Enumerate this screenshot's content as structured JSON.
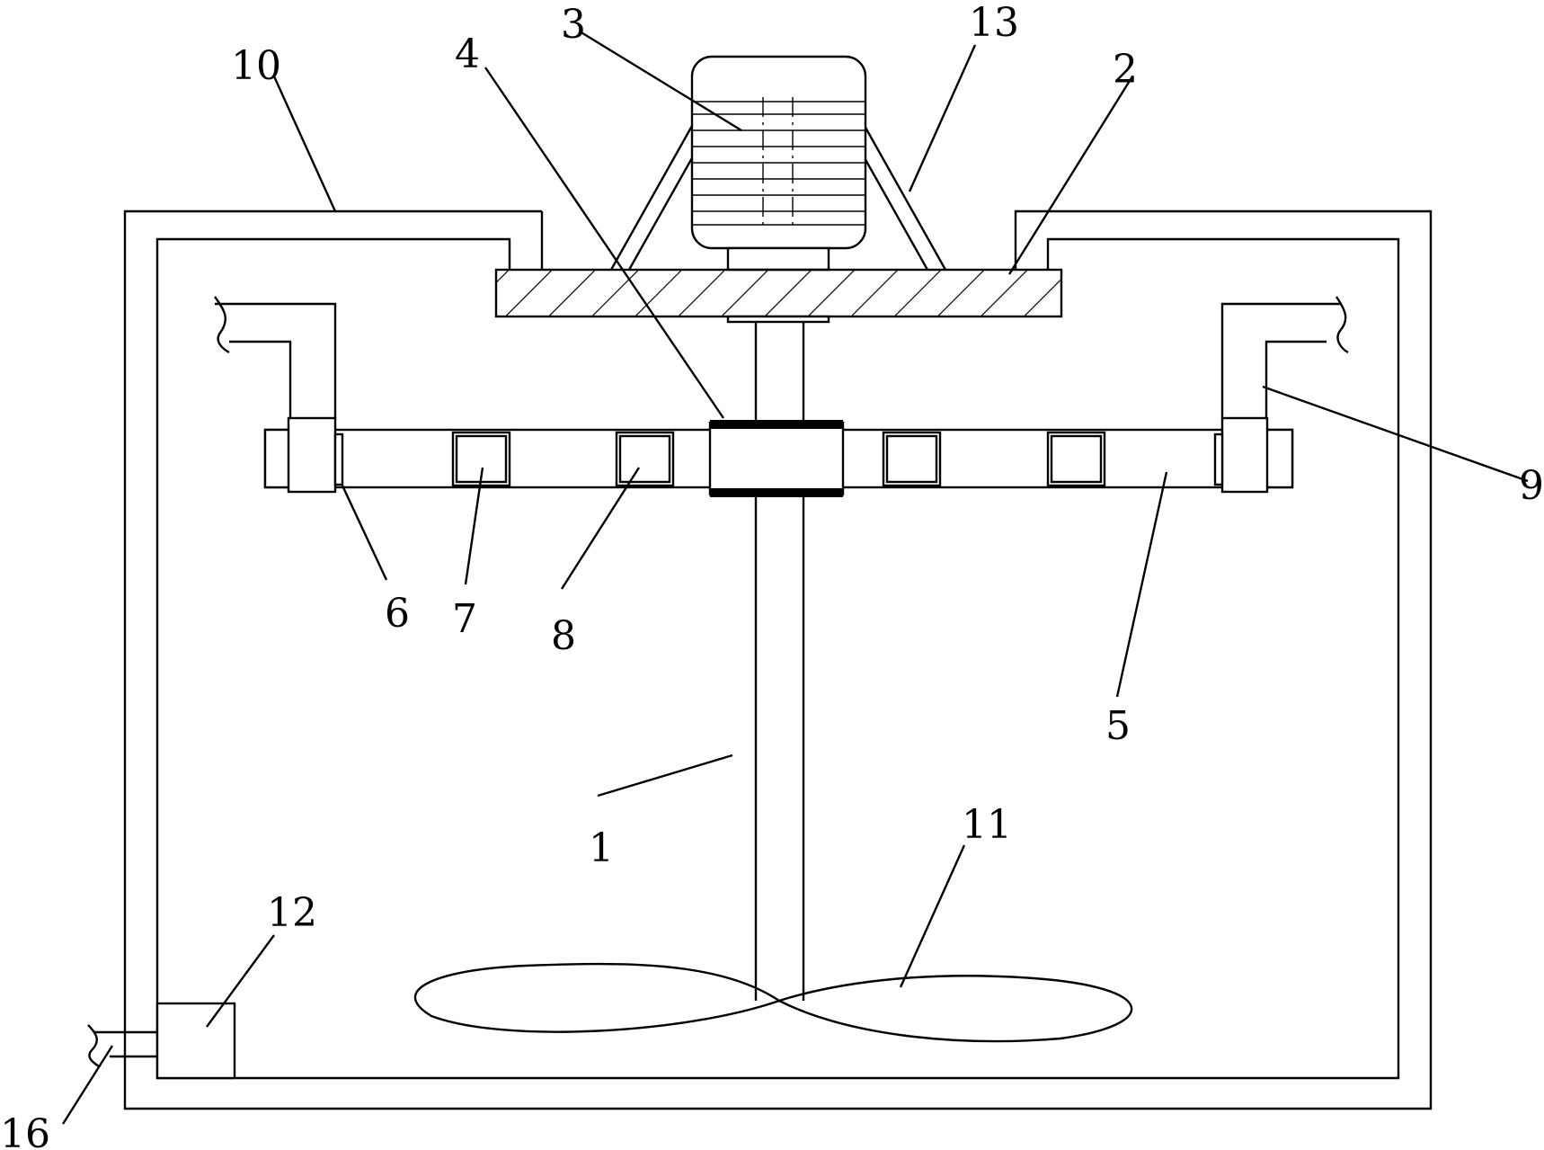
{
  "diagram": {
    "labels": {
      "l1": "1",
      "l2": "2",
      "l3": "3",
      "l4": "4",
      "l5": "5",
      "l6": "6",
      "l7": "7",
      "l8": "8",
      "l9": "9",
      "l10": "10",
      "l11": "11",
      "l12": "12",
      "l13": "13",
      "l16": "16"
    }
  }
}
